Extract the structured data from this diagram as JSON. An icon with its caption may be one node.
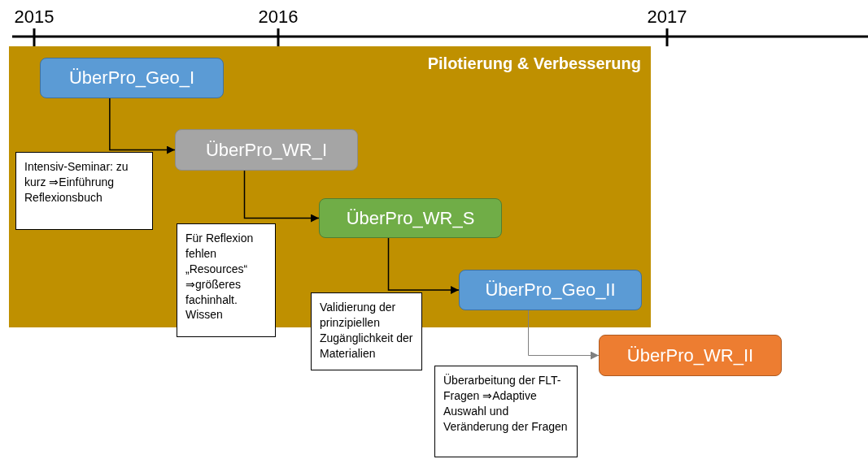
{
  "diagram": {
    "nodes": [
      {
        "text": [
          "Pilotierung & Verbesserung"
        ]
      },
      {
        "text": [
          "ÜberPro_Geo_I"
        ],
        "in": 0
      },
      {
        "text": [
          "ÜberPro_WR_I"
        ],
        "in": 0
      },
      {
        "text": [
          "ÜberPro_WR_S"
        ],
        "in": 0
      },
      {
        "text": [
          "ÜberPro_Geo_II"
        ],
        "in": 0
      },
      {
        "text": [
          "ÜberPro_WR_II"
        ]
      },
      {
        "text": [
          "Intensiv-Seminar: zu kurz ⇒Einführung Reflexionsbuch"
        ],
        "in": 0
      },
      {
        "text": [
          "Für Reflexion fehlen „Resources“ ⇒größeres fachinhalt. Wissen"
        ]
      },
      {
        "text": [
          "Validierung der prinzipiellen Zugänglichkeit der Materialien"
        ]
      },
      {
        "text": [
          "Überarbeitung der FLT-Fragen ⇒Adaptive Auswahl und Veränderung der Fragen"
        ]
      }
    ],
    "edges": [
      {
        "from": 1,
        "to": 2,
        "arrow": "to"
      },
      {
        "from": 2,
        "to": 3,
        "arrow": "to"
      },
      {
        "from": 3,
        "to": 4,
        "arrow": "to"
      },
      {
        "from": 4,
        "to": 5,
        "arrow": "to",
        "color": "#808080"
      }
    ],
    "labels": [
      "2015",
      "2016",
      "2017"
    ]
  }
}
